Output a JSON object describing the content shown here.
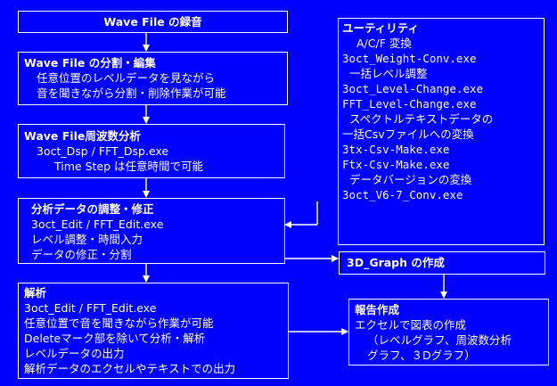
{
  "colors": {
    "background": "#0000ff",
    "foreground": "#ffffff"
  },
  "recording": {
    "title": "Wave File の録音"
  },
  "split": {
    "title": "Wave File の分割・編集",
    "lines": [
      "任意位置のレベルデータを見ながら",
      "音を聞きながら分割・削除作業が可能"
    ]
  },
  "freq": {
    "title": "Wave File周波数分析",
    "lines": [
      "3oct_Dsp / FFT_Dsp.exe",
      "Time Step は任意時間で可能"
    ]
  },
  "adjust": {
    "title": "分析データの調整・修正",
    "lines": [
      "3oct_Edit / FFT_Edit.exe",
      "レベル調整・時間入力",
      "データの修正・分割"
    ]
  },
  "analysis": {
    "title": "解析",
    "lines": [
      "3oct_Edit / FFT_Edit.exe",
      "任意位置で音を聞きながら作業が可能",
      "Deleteマーク部を除いて分析・解析",
      "レベルデータの出力",
      "解析データのエクセルやテキストでの出力"
    ]
  },
  "utility": {
    "title": "ユーティリティ",
    "lines": [
      "A/C/F 変換",
      "3oct_Weight-Conv.exe",
      "一括レベル調整",
      "3oct_Level-Change.exe",
      "FFT_Level-Change.exe",
      "スペクトルテキストデータの",
      "一括Csvファイルへの変換",
      "3tx-Csv-Make.exe",
      "Ftx-Csv-Make.exe",
      "データバージョンの変換",
      "3oct_V6-7_Conv.exe"
    ]
  },
  "graph3d": {
    "title": "3D_Graph の作成"
  },
  "report": {
    "title": "報告作成",
    "lines": [
      "エクセルで図表の作成",
      "（レベルグラフ、周波数分析",
      "グラフ、３Dグラフ）"
    ]
  }
}
